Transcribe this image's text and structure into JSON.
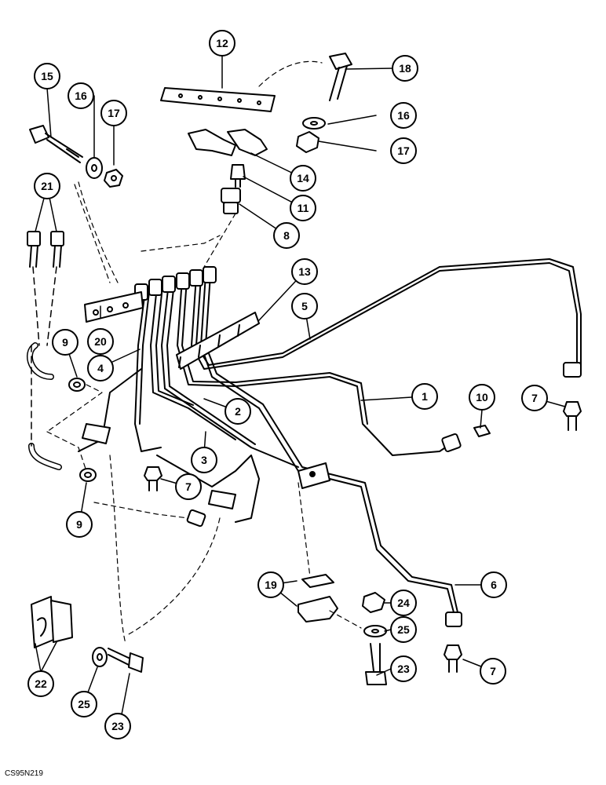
{
  "callout_labels": {
    "c1": "1",
    "c2": "2",
    "c3": "3",
    "c4": "4",
    "c5": "5",
    "c6": "6",
    "c7a": "7",
    "c7b": "7",
    "c7c": "7",
    "c8": "8",
    "c9a": "9",
    "c9b": "9",
    "c10": "10",
    "c11": "11",
    "c12": "12",
    "c13": "13",
    "c14": "14",
    "c15": "15",
    "c16a": "16",
    "c16b": "16",
    "c17a": "17",
    "c17b": "17",
    "c18": "18",
    "c19": "19",
    "c20": "20",
    "c21": "21",
    "c22": "22",
    "c23a": "23",
    "c23b": "23",
    "c24": "24",
    "c25a": "25",
    "c25b": "25"
  },
  "reference_code": "CS95N219"
}
